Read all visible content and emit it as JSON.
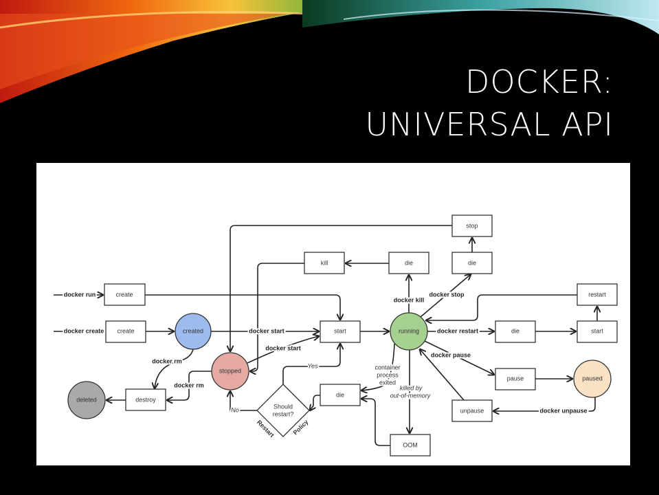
{
  "slide": {
    "title_line1": "DOCKER:",
    "title_line2": "UNIVERSAL API"
  },
  "diagram": {
    "nodes": {
      "create_run": "create",
      "create_create": "create",
      "created": "created",
      "stopped": "stopped",
      "deleted": "deleted",
      "destroy": "destroy",
      "start": "start",
      "running": "running",
      "kill": "kill",
      "die_kill": "die",
      "die_stop": "die",
      "stop": "stop",
      "restart": "restart",
      "die_restart": "die",
      "start_restart": "start",
      "pause": "pause",
      "paused": "paused",
      "unpause": "unpause",
      "die_exit": "die",
      "oom": "OOM",
      "decision_line1": "Should",
      "decision_line2": "restart?"
    },
    "labels": {
      "docker_run": "docker run",
      "docker_create": "docker create",
      "docker_start_created": "docker start",
      "docker_start_stopped": "docker start",
      "docker_rm_created": "docker rm",
      "docker_rm_stopped": "docker rm",
      "docker_kill": "docker kill",
      "docker_stop": "docker stop",
      "docker_restart": "docker restart",
      "docker_pause": "docker pause",
      "docker_unpause": "docker unpause",
      "exited_line1": "container",
      "exited_line2": "process",
      "exited_line3": "exited",
      "oom_line1": "killed by",
      "oom_line2": "out-of-memory",
      "yes": "Yes",
      "no": "No",
      "restart_policy_1": "Restart",
      "restart_policy_2": "Policy"
    },
    "colors": {
      "created": "#9dbbec",
      "stopped": "#e4aaa2",
      "running": "#a5d08f",
      "paused": "#fbe2c5",
      "deleted": "#a9a9a9"
    }
  }
}
